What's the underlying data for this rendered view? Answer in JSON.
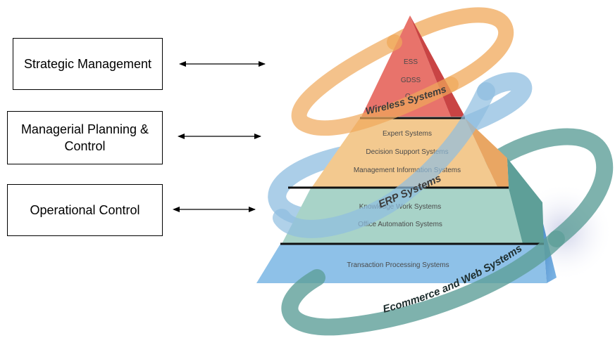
{
  "levels": {
    "strategic": "Strategic Management",
    "managerial_line1": "Managerial Planning &",
    "managerial_line2": "Control",
    "operational": "Operational Control"
  },
  "pyramid": {
    "tier1": [
      "ESS",
      "GDSS",
      "O..."
    ],
    "tier2": [
      "Expert Systems",
      "Decision Support Systems",
      "Management Information Systems"
    ],
    "tier3": [
      "Knowledge Work Systems",
      "Office Automation Systems"
    ],
    "tier4": [
      "Transaction Processing Systems"
    ]
  },
  "rings": {
    "wireless": "Wireless Systems",
    "erp": "ERP Systems",
    "ecommerce": "Ecommerce and Web Systems"
  },
  "colors": {
    "tier1": "#e8736b",
    "tier2": "#f3c98f",
    "tier3": "#a8d3c8",
    "tier4": "#8ec1e8",
    "ring_orange": "#f0a85a",
    "ring_blue": "#8fbde0",
    "ring_teal": "#5e9f98"
  }
}
